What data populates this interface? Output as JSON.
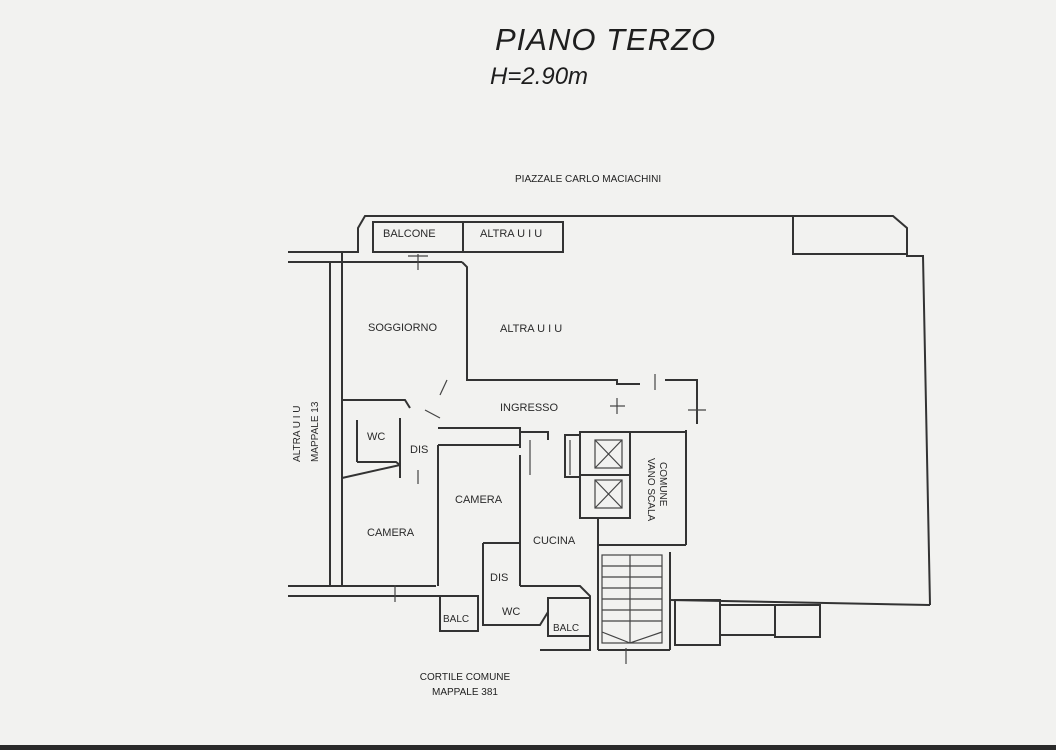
{
  "header": {
    "title": "PIANO TERZO",
    "height_label": "H=2.90m"
  },
  "street_label": "PIAZZALE CARLO MACIACHINI",
  "courtyard": {
    "line1": "CORTILE COMUNE",
    "line2": "MAPPALE 381"
  },
  "rooms": {
    "balcone": "BALCONE",
    "altra_uiu_top": "ALTRA U I U",
    "soggiorno": "SOGGIORNO",
    "altra_uiu_main": "ALTRA U I U",
    "ingresso": "INGRESSO",
    "wc_left": "WC",
    "dis_left": "DIS",
    "camera_center": "CAMERA",
    "camera_left": "CAMERA",
    "cucina": "CUCINA",
    "dis_bottom": "DIS",
    "wc_bottom": "WC",
    "balc_left": "BALC",
    "balc_right": "BALC",
    "vano_scala_1": "VANO SCALA",
    "vano_scala_2": "COMUNE",
    "altra_uiu_side_1": "ALTRA U I U",
    "altra_uiu_side_2": "MAPPALE 13"
  }
}
